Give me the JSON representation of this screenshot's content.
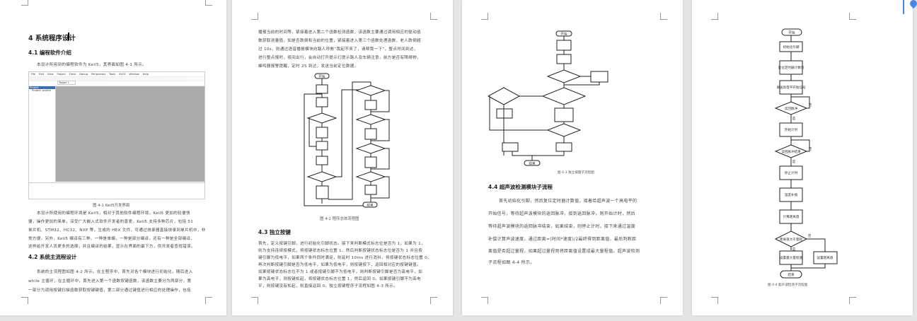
{
  "accent_color": "#4a86e8",
  "page1": {
    "chapter_title": "4 系统程序设计",
    "s41_title": "4.1 编程软件介绍",
    "s41_intro": "本设计所用到的编程软件为 Keil5，其界面如图 4-1 所示。",
    "keil": {
      "menu": [
        "File",
        "Edit",
        "View",
        "Project",
        "Flash",
        "Debug",
        "Peripherals",
        "Tools",
        "SVCS",
        "Window",
        "Help"
      ],
      "target": "Target 1",
      "panel_title": "Project",
      "project_item": "Project: project"
    },
    "fig1_caption": "图 4-1 Keil5开发界面",
    "s41_para": [
      "本设计所使用的编程环境是 Keil5，相对于其他软件编程环境，Keil5 更加的轻便快",
      "捷，操作更加的简单，深受广大嵌入式软件开发者的喜爱。Keil5 支持多种芯片，包括 51",
      "单片机、STM32、HC32、NXP 等，生成的 HEX 文件，可通过烧录器直接烧录到单片机中，非",
      "常方便。另外，Keil5 编译有三种，一种是单编，一种是部分编译，还有一种是全部编译，",
      "这样给开发人员更多的选择，并且编译的结果，显示在界面的最下方，供开发者查找错误。"
    ],
    "s42_title": "4.2 系统主流程设计",
    "s42_para": [
      "系统的主流程图如图 4-2 所示。在主程序中，首先对各个模块进行初始化，随后进入",
      "while 主循环，在主循环中，首先进入第一个函数按键函数，该函数主要分为两部分，第",
      "一部分为调用按键扫描函数获取按键键值，第二部分通过键值进行相应的处理操作，包括"
    ]
  },
  "page2": {
    "para_top": [
      "播报当前的时间等，紧接着进入第二个函数检测函数，该函数主要通过调用相应的驱动函",
      "数获取测量值，如是否跌倒和当前的位置，紧接着进入第三个函数处理函数，老人跌倒超",
      "过 10s，则通过语音播报模块向路人呼救“我起不来了，请帮我一下”，整点时间到达，",
      "进行整点报时，夜间出行，会自动打开提示灯提示路人及车辆注意，前方是否有障碍物，",
      "蜂鸣器报警提醒，定时 2S 到达，发送当前定位数据。"
    ],
    "flow_start": "开始",
    "flow_end": "结束",
    "fig2_caption": "图 4-2  程序总体流程图",
    "s43_title": "4.3 独立按键",
    "s43_para": [
      "首先，定义按键引脚，进行初始化引脚状态。接下来判断模式标志位是否为 1，如果为 1，",
      "则为支持连续按模式，将按键状态标志位置 1。然后判断按键状态标志位是否为 1 并且按",
      "键引脚为低电平，如果两个条件同时满足，则延时 10ms 进行消抖，将按键状态标志位置 0。",
      "再次判断按键引脚是否为低电平，如果为低电平，则按键按下，返回相对应的按键键值。",
      "如果按键状态标志位不为 1 或者按键引脚不为低电平，则判断按键引脚是否为高电平，如",
      "果为高电平，则按键松起，将按键状态标志位置 1，然后返回 0。如果按键引脚不为高电",
      "平，则按键没有松起，则直接返回 0。独立按键程序子流程如图 4-3 所示。"
    ]
  },
  "page3": {
    "flow_start": "开始",
    "flow_end": "结束",
    "fig3_caption": "图 4-3  独立按键子流程图",
    "s44_title": "4.4  超声波检测模块子流程",
    "s44_para": [
      "首先初始化引脚，然后复位定时器计数值，接着给超声波一个高电平的",
      "开始信号，等待超声波模块的返回脉冲，接到返回脉冲，则开始计时，然后",
      "等待超声波模块的返回脉冲结束，如果结束，则停止计时，接下来通过温度",
      "补偿计算声波速度，通过距离=(时间*速度)/2最终得到距离值，最后判断距",
      "离值是否超过量程，如果超过量程则将距离值设置成最大量程值。超声波检测",
      "子流程如图 4-4 所示。"
    ]
  },
  "page4": {
    "flow": {
      "start": "开始",
      "init": "初始化引脚",
      "reset": "复位定时器计数值",
      "send": "发送高电平开始信号",
      "wait_echo": "读回脉冲",
      "start_timer": "开始计时",
      "wait_end": "读回脉冲结束",
      "stop_timer": "停止计时",
      "temp_comp": "温度补偿",
      "calc": "计算距离值",
      "over_range": "距离值大于量程",
      "set_max": "设置最大量程值",
      "set_dist": "设置距离值",
      "end": "结束",
      "yes": "是",
      "no": "否"
    },
    "fig4_caption": "图 4-4 超声波检测子流程图"
  }
}
